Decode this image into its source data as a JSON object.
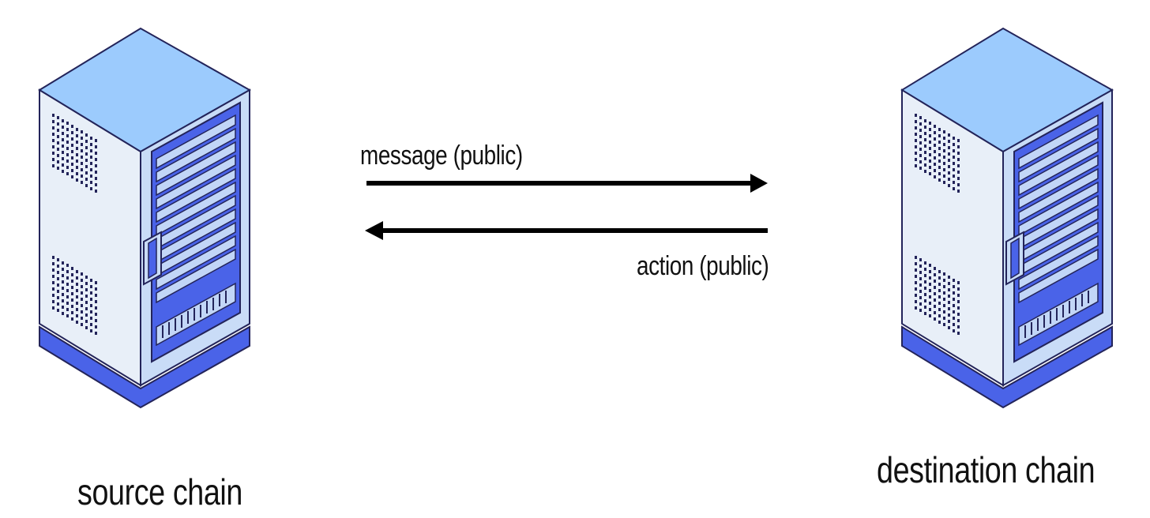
{
  "labels": {
    "message": "message (public)",
    "action": "action (public)",
    "source": "source chain",
    "destination": "destination chain"
  },
  "colors": {
    "rack_top": "#9ccbfd",
    "rack_side": "#e8eff8",
    "rack_front": "#4a63e8",
    "rack_dark": "#23245a",
    "arrow": "#000000"
  },
  "icons": [
    "server-rack-icon",
    "arrow-right-icon",
    "arrow-left-icon"
  ]
}
